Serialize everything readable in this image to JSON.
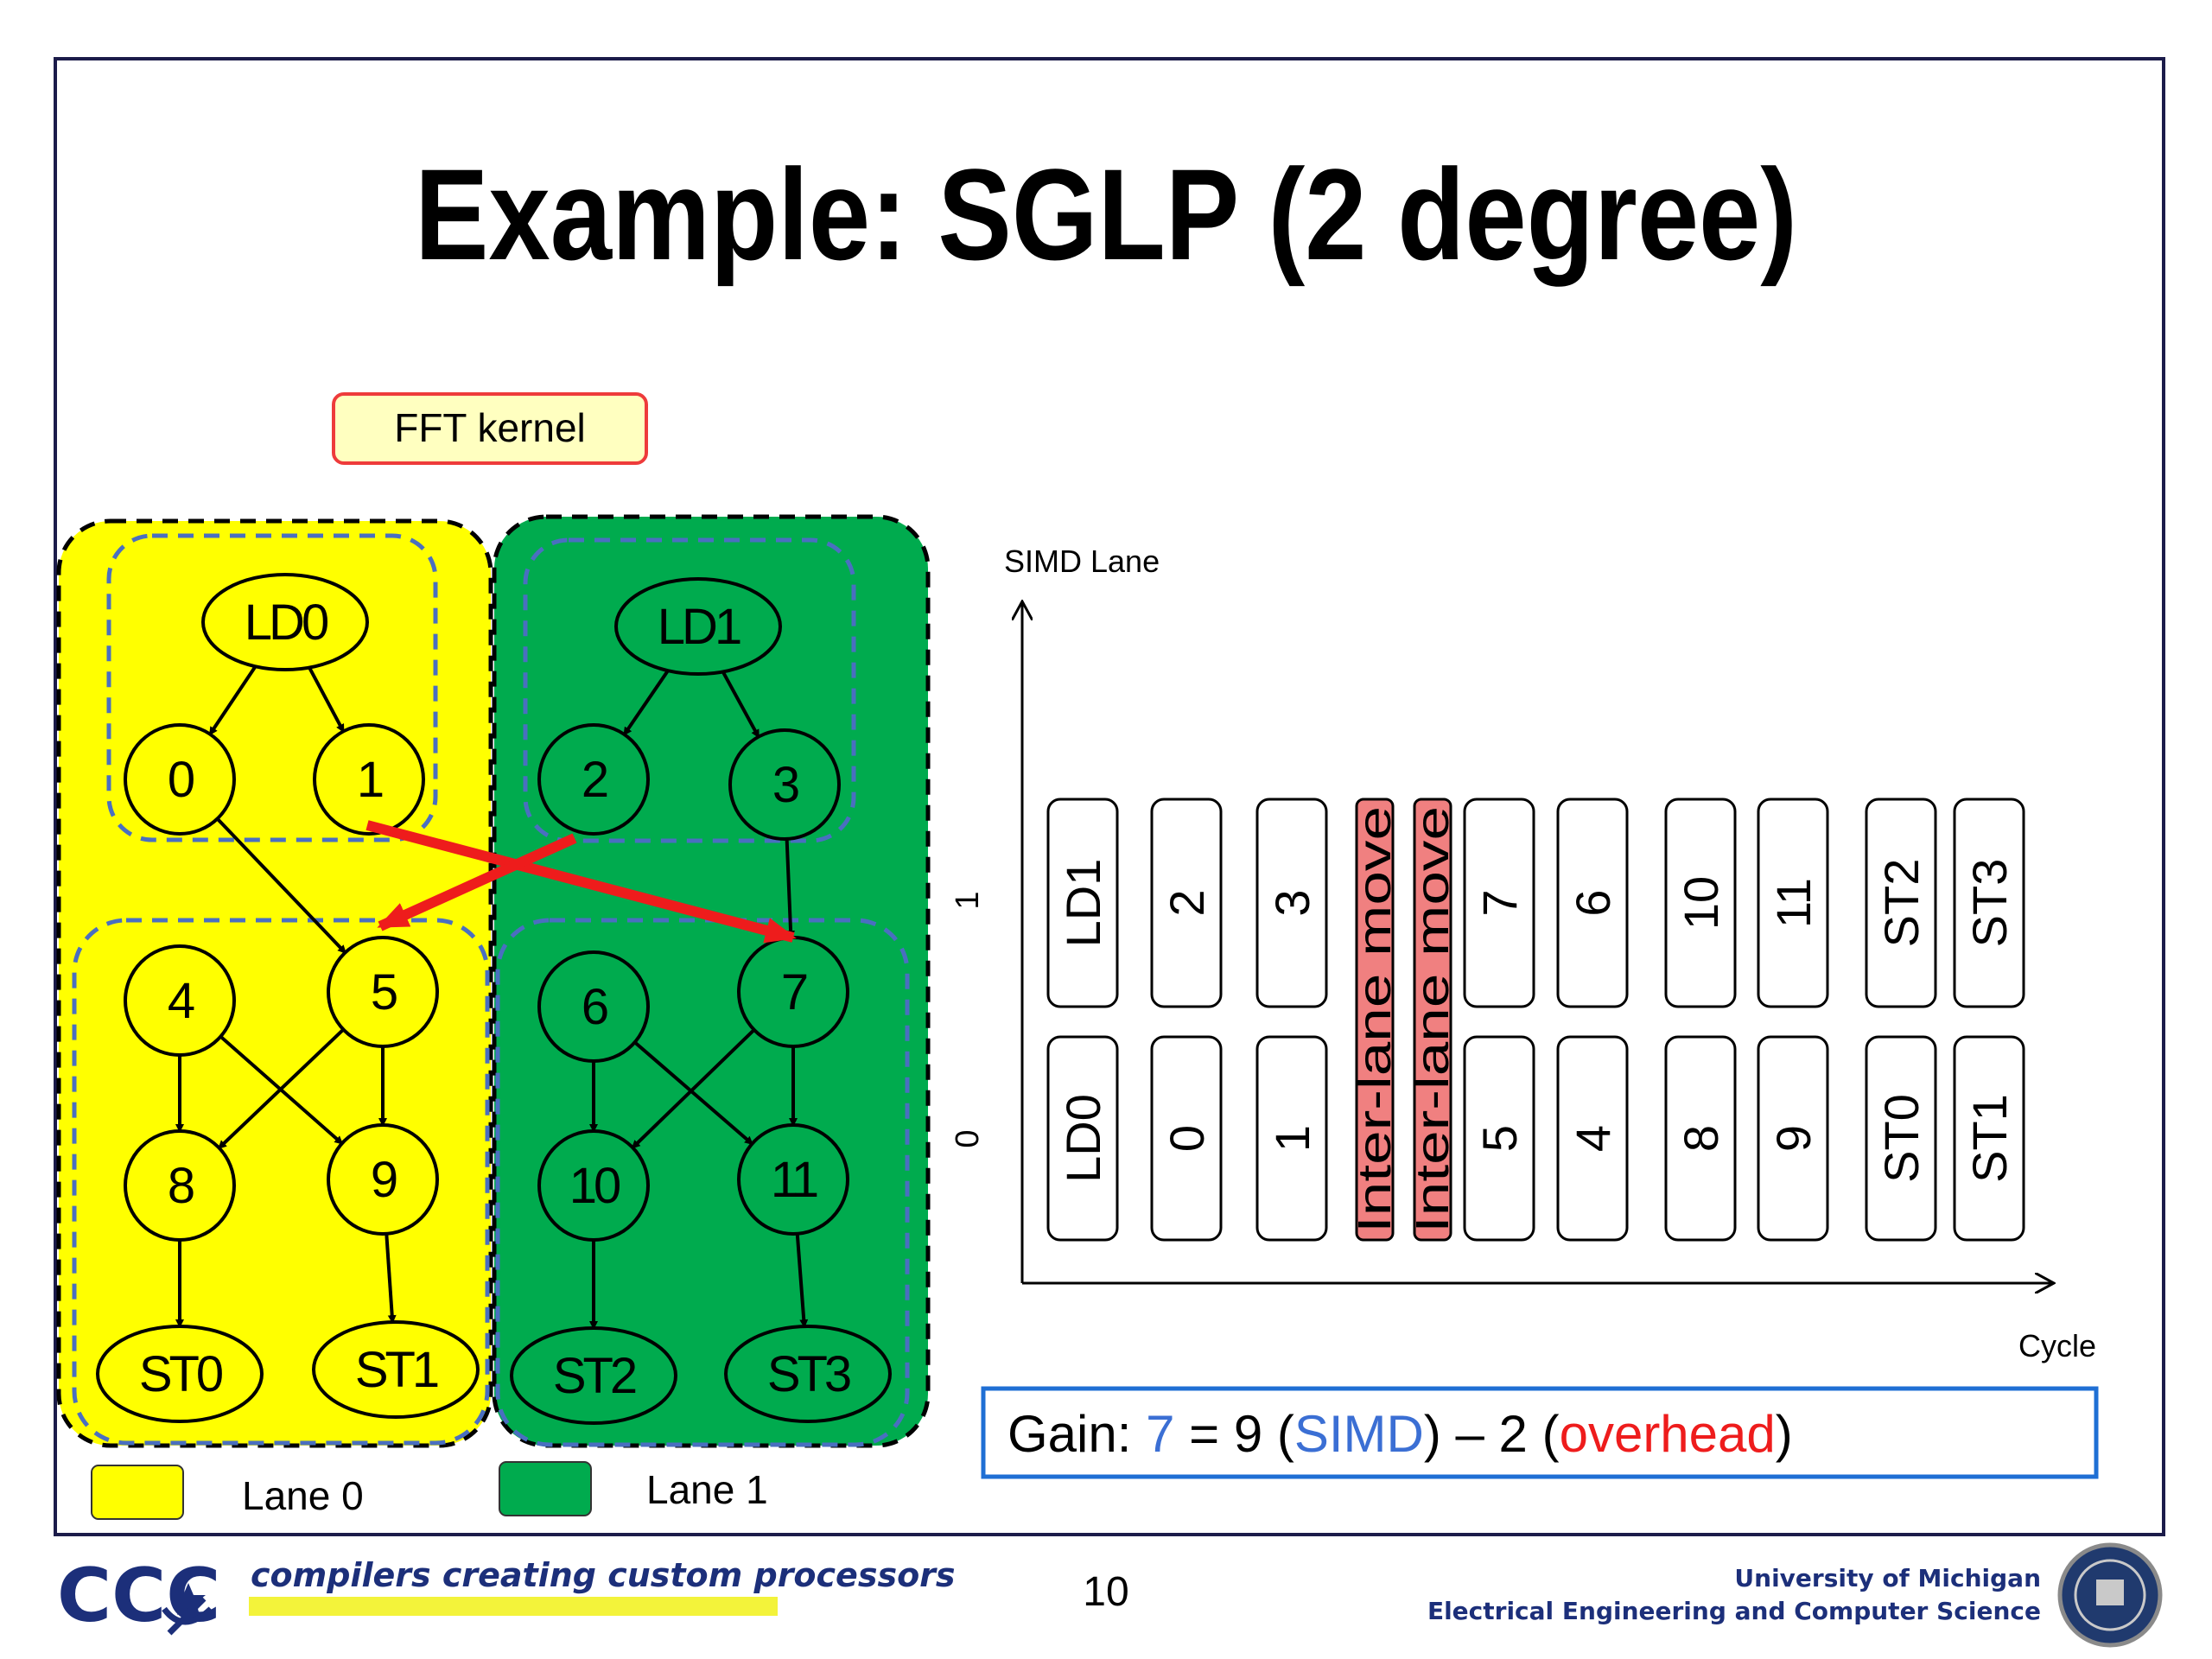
{
  "slide": {
    "title": "Example: SGLP (2 degree)",
    "kernel_label": "FFT kernel",
    "page_number": "10"
  },
  "legend": [
    {
      "label": "Lane 0",
      "color": "#ffff00"
    },
    {
      "label": "Lane 1",
      "color": "#00ab4e"
    }
  ],
  "graph": {
    "nodes": {
      "ld0": "LD0",
      "ld1": "LD1",
      "n0": "0",
      "n1": "1",
      "n2": "2",
      "n3": "3",
      "n4": "4",
      "n5": "5",
      "n6": "6",
      "n7": "7",
      "n8": "8",
      "n9": "9",
      "n10": "10",
      "n11": "11",
      "st0": "ST0",
      "st1": "ST1",
      "st2": "ST2",
      "st3": "ST3"
    },
    "edges": [
      [
        "ld0",
        "n0"
      ],
      [
        "ld0",
        "n1"
      ],
      [
        "ld1",
        "n2"
      ],
      [
        "ld1",
        "n3"
      ],
      [
        "n0",
        "n5"
      ],
      [
        "n3",
        "n7"
      ],
      [
        "n4",
        "n8"
      ],
      [
        "n4",
        "n9"
      ],
      [
        "n5",
        "n8"
      ],
      [
        "n5",
        "n9"
      ],
      [
        "n6",
        "n10"
      ],
      [
        "n6",
        "n11"
      ],
      [
        "n7",
        "n10"
      ],
      [
        "n7",
        "n11"
      ],
      [
        "n8",
        "st0"
      ],
      [
        "n9",
        "st1"
      ],
      [
        "n10",
        "st2"
      ],
      [
        "n11",
        "st3"
      ]
    ],
    "cross_lane_moves": [
      [
        "n1",
        "n7"
      ],
      [
        "n2",
        "n5"
      ]
    ],
    "colors": {
      "lane0": "#ffff00",
      "lane1": "#00ab4e",
      "group_border": "#4a6fc0",
      "move_arrow": "#ee1c1c"
    }
  },
  "schedule": {
    "y_axis_label": "SIMD Lane",
    "x_axis_label": "Cycle",
    "lane_labels": [
      "0",
      "1"
    ],
    "columns": [
      {
        "lane0": "LD0",
        "lane1": "LD1"
      },
      {
        "lane0": "0",
        "lane1": "2"
      },
      {
        "lane0": "1",
        "lane1": "3"
      },
      {
        "span": "Inter-lane move"
      },
      {
        "span": "Inter-lane move"
      },
      {
        "lane0": "5",
        "lane1": "7"
      },
      {
        "lane0": "4",
        "lane1": "6"
      },
      {
        "lane0": "8",
        "lane1": "10"
      },
      {
        "lane0": "9",
        "lane1": "11"
      },
      {
        "lane0": "ST0",
        "lane1": "ST2"
      },
      {
        "lane0": "ST1",
        "lane1": "ST3"
      }
    ],
    "move_color": "#f08080"
  },
  "gain": {
    "prefix": "Gain: ",
    "value": "7",
    "eq": " = 9 (",
    "simd": "SIMD",
    "minus": ") – 2 (",
    "overhead": "overhead",
    "close": ")",
    "colors": {
      "value": "#3b6fd4",
      "overhead": "#ee1c1c",
      "border": "#1f6fd4"
    }
  },
  "footer": {
    "logo": "CCC",
    "tagline": "compilers creating custom processors",
    "university": "University of Michigan",
    "department": "Electrical Engineering and Computer Science",
    "seal": "THE UNIVERSITY OF MICHIGAN"
  }
}
